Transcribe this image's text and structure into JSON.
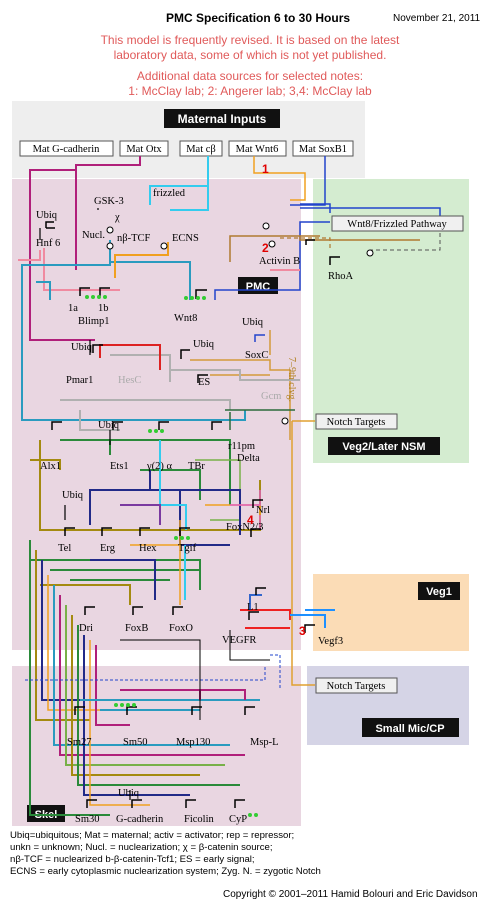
{
  "header": {
    "title": "PMC Specification 6 to 30 Hours",
    "date": "November 21, 2011",
    "warning_line1": "This model is frequently revised. It is based on the latest",
    "warning_line2": "laboratory data, some of which is not yet published.",
    "sources_line1": "Additional data sources for selected notes:",
    "sources_line2": "1: McClay lab; 2: Angerer lab; 3,4: McClay lab"
  },
  "maternal": {
    "title": "Maternal Inputs",
    "boxes": [
      "Mat G-cadherin",
      "Mat Otx",
      "Mat cβ",
      "Mat Wnt6",
      "Mat SoxB1"
    ]
  },
  "regions": {
    "pmc": "PMC",
    "veg2": "Veg2/Later NSM",
    "veg1": "Veg1",
    "smallmic": "Small Mic/CP",
    "skel": "Skel"
  },
  "nodes": {
    "gsk3": "GSK-3",
    "frizzled": "frizzled",
    "nucl": "Nucl.",
    "nbtcf": "nβ-TCF",
    "ecns": "ECNS",
    "ubiq": "Ubiq",
    "hnf6": "Hnf 6",
    "wnt8_pathway": "Wnt8/Frizzled Pathway",
    "activinb": "Activin B",
    "rhoa": "RhoA",
    "blimp1": "Blimp1",
    "b1a": "1a",
    "b1b": "1b",
    "wnt8": "Wnt8",
    "soxc": "SoxC",
    "pmar1": "Pmar1",
    "hesc": "HesC",
    "es": "ES",
    "gcm": "Gcm",
    "clvg": "7–9th clvg.",
    "notch_targets_1": "Notch Targets",
    "r11pm": "r11pm",
    "delta": "Delta",
    "alx1": "Alx1",
    "ets1": "Ets1",
    "y2a": "γ(2) α",
    "tbr": "TBr",
    "nrl": "Nrl",
    "foxn23": "FoxN2/3",
    "tel": "Tel",
    "erg": "Erg",
    "hex": "Hex",
    "tgif": "Tgif",
    "dri": "Dri",
    "foxb": "FoxB",
    "foxo": "FoxO",
    "l1": "L1",
    "vegfr": "VEGFR",
    "vegf3": "Vegf3",
    "notch_targets_2": "Notch Targets",
    "sm27": "Sm27",
    "sm50": "Sm50",
    "msp130": "Msp130",
    "mspl": "Msp-L",
    "sm30": "Sm30",
    "gcadherin": "G-cadherin",
    "ficolin": "Ficolin",
    "cyp": "CyP",
    "chi": "χ"
  },
  "notes": {
    "n1": "1",
    "n2": "2",
    "n3": "3",
    "n4": "4"
  },
  "legend": {
    "line1": "Ubiq=ubiquitous; Mat = maternal; activ = activator; rep = repressor;",
    "line2": "unkn = unknown; Nucl. = nuclearization; χ = β-catenin source;",
    "line3": "nβ-TCF = nuclearized b-β-catenin-Tcf1; ES = early signal;",
    "line4": "ECNS = early cytoplasmic nuclearization system; Zyg. N. = zygotic Notch"
  },
  "copyright": "Copyright © 2001–2011 Hamid Bolouri and Eric Davidson",
  "colors": {
    "pmc_region": "#e9d6e1",
    "veg2_region": "#d4ecd0",
    "veg1_region": "#fbdcb6",
    "smallmic_region": "#d5d4e6",
    "maternal_region": "#eeeeee",
    "warning": "#e05a5a",
    "note_red": "#e00000"
  }
}
